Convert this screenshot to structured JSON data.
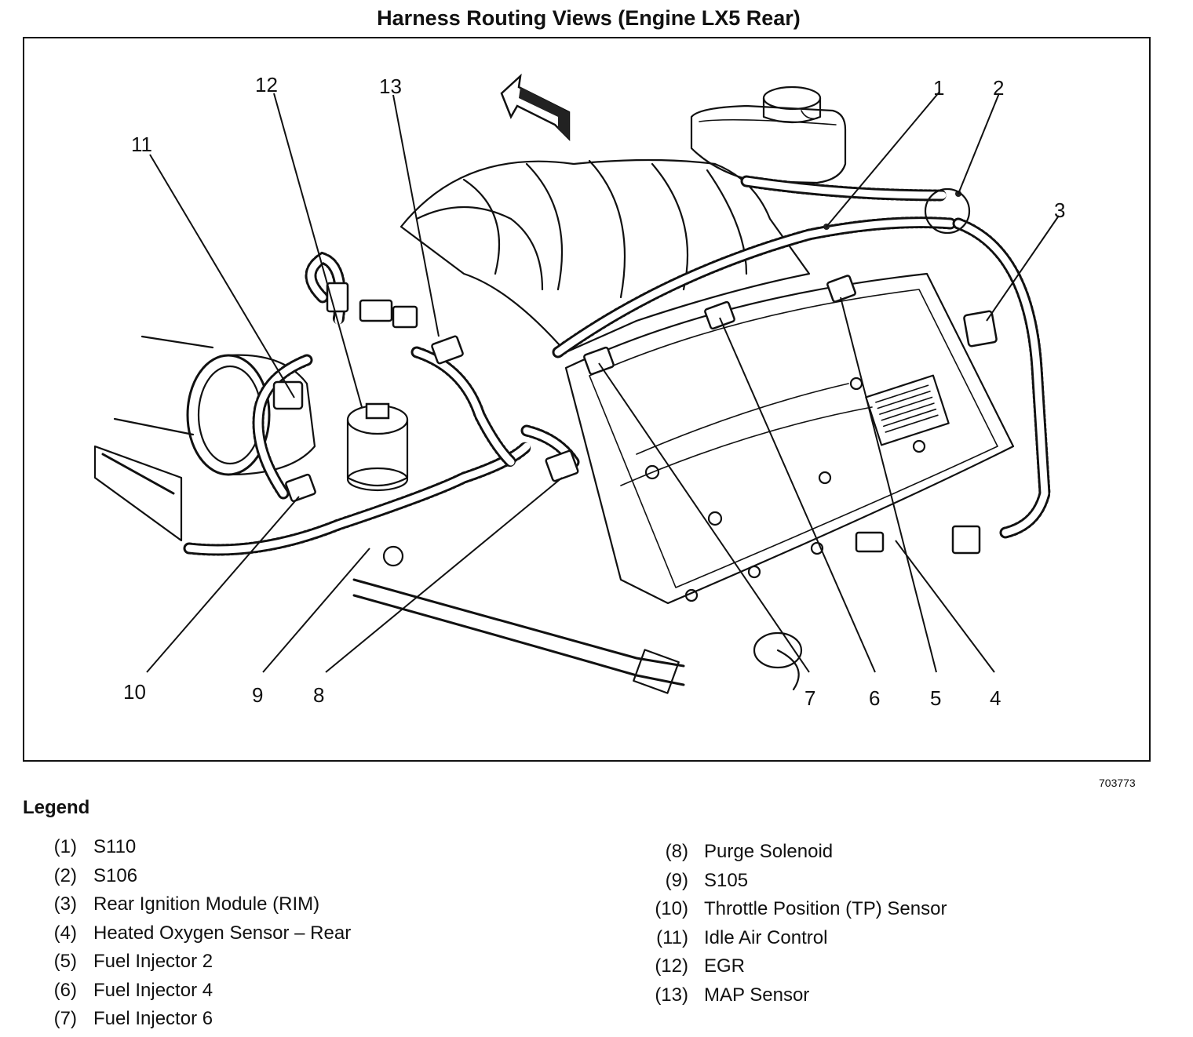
{
  "title": "Harness Routing Views (Engine LX5 Rear)",
  "figure_number": "703773",
  "callouts": [
    "1",
    "2",
    "3",
    "4",
    "5",
    "6",
    "7",
    "8",
    "9",
    "10",
    "11",
    "12",
    "13"
  ],
  "legend": {
    "heading": "Legend",
    "left": [
      {
        "num": "(1)",
        "text": "S110"
      },
      {
        "num": "(2)",
        "text": "S106"
      },
      {
        "num": "(3)",
        "text": "Rear Ignition Module (RIM)"
      },
      {
        "num": "(4)",
        "text": "Heated Oxygen Sensor – Rear"
      },
      {
        "num": "(5)",
        "text": "Fuel Injector 2"
      },
      {
        "num": "(6)",
        "text": "Fuel Injector 4"
      },
      {
        "num": "(7)",
        "text": "Fuel Injector 6"
      }
    ],
    "right": [
      {
        "num": "(8)",
        "text": "Purge Solenoid"
      },
      {
        "num": "(9)",
        "text": "S105"
      },
      {
        "num": "(10)",
        "text": "Throttle Position (TP) Sensor"
      },
      {
        "num": "(11)",
        "text": "Idle Air Control"
      },
      {
        "num": "(12)",
        "text": "EGR"
      },
      {
        "num": "(13)",
        "text": "MAP Sensor"
      }
    ]
  }
}
